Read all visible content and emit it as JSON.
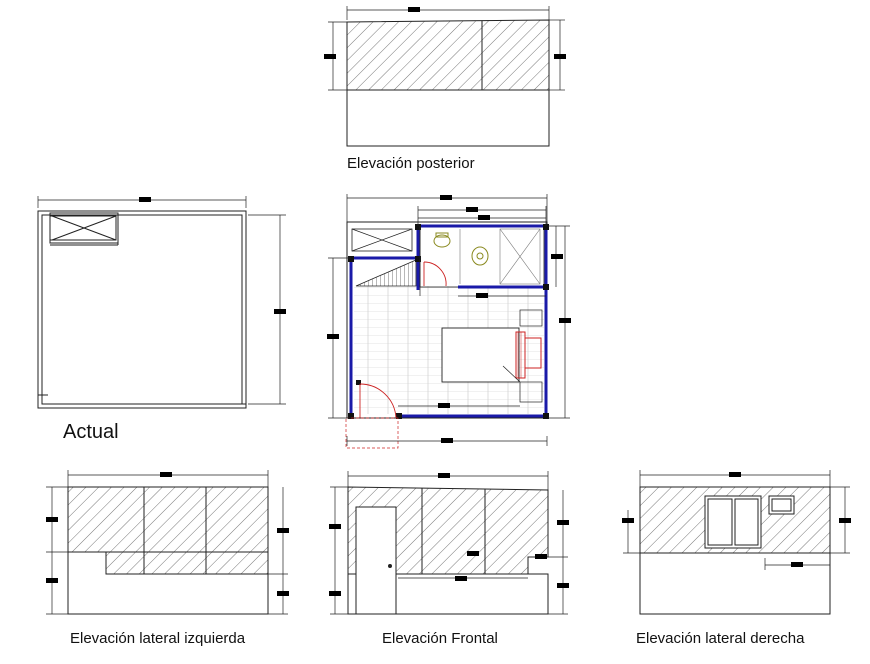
{
  "labels": {
    "rear": "Elevación posterior",
    "current": "Actual",
    "left": "Elevación lateral izquierda",
    "front": "Elevación Frontal",
    "right": "Elevación lateral derecha"
  },
  "colors": {
    "line": "#222222",
    "hatch": "#555555",
    "wall": "#1a1aa8",
    "door": "#cc2222",
    "fixture": "#8a8a20",
    "dim_tag": "#000000"
  }
}
